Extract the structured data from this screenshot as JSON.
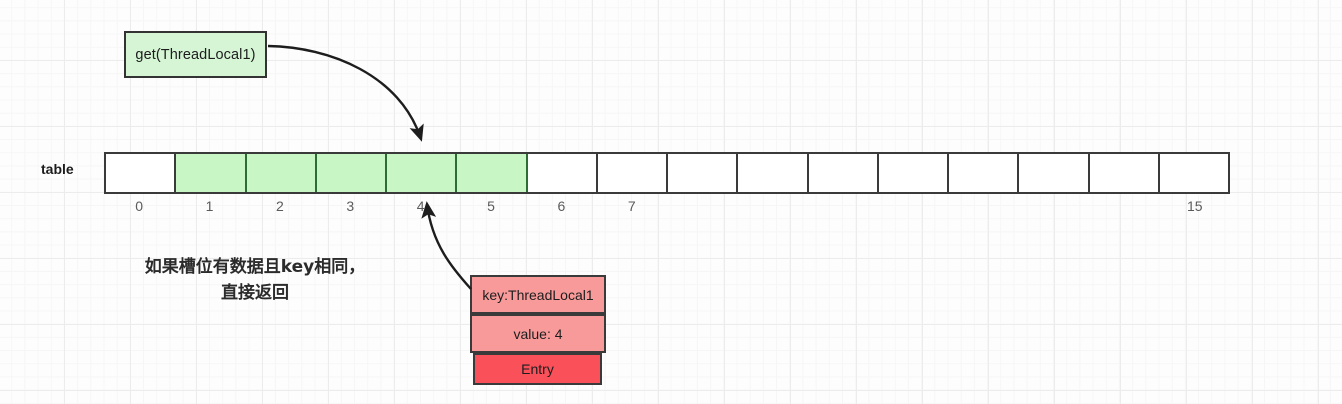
{
  "diagram": {
    "title_label": "table",
    "call_box": {
      "label": "get(ThreadLocal1)"
    },
    "note": {
      "line1": "如果槽位有数据且key相同，",
      "line2": "直接返回"
    },
    "table": {
      "slot_count": 16,
      "filled_indices": [
        1,
        2,
        3,
        4,
        5
      ],
      "highlight_color": "#c8f7c5",
      "empty_color": "#ffffff",
      "border_color": "#3a3a3a",
      "index_labels": [
        "0",
        "1",
        "2",
        "3",
        "4",
        "5",
        "6",
        "7",
        "",
        "",
        "",
        "",
        "",
        "",
        "",
        "15"
      ]
    },
    "entry": {
      "key_label": "key:ThreadLocal1",
      "value_label": "value: 4",
      "type_label": "Entry",
      "key_color": "#f89a9a",
      "value_color": "#f89a9a",
      "type_color": "#f9505a"
    },
    "arrows": [
      {
        "name": "get-to-slot4",
        "from": "call-box",
        "to": "slot-4"
      },
      {
        "name": "entry-to-slot4",
        "from": "entry-key",
        "to": "slot-4"
      }
    ],
    "colors": {
      "green_fill": "#d5f5d5",
      "stroke": "#333333",
      "background": "#fdfdfd"
    }
  }
}
